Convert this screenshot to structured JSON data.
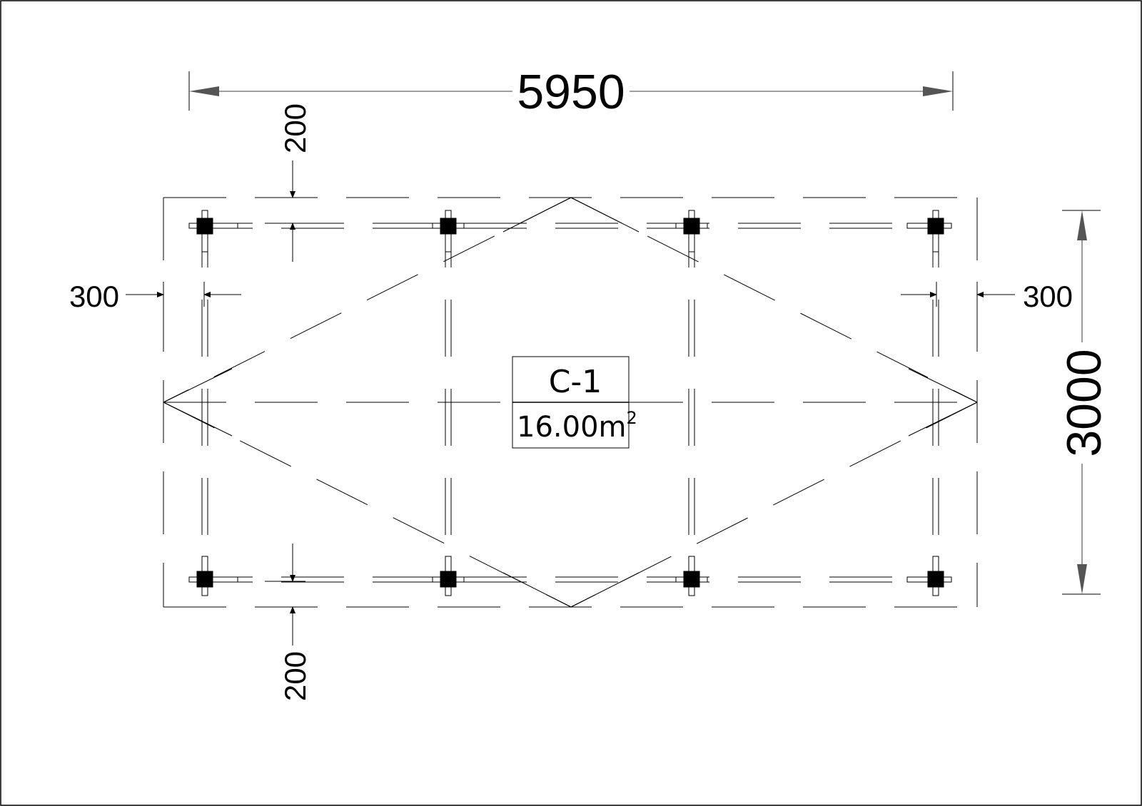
{
  "drawing": {
    "title_width": "5950",
    "title_height": "3000",
    "dims": {
      "top_offset": "200",
      "bottom_offset": "200",
      "left_offset": "300",
      "right_offset": "300"
    },
    "tag": {
      "id": "C-1",
      "area_value": "16.00m",
      "area_unit_sup": "2"
    },
    "colors": {
      "line": "#000000",
      "background": "#ffffff",
      "arrow": "#555555"
    },
    "icons": [
      "arrow-left-icon",
      "arrow-right-icon",
      "arrow-up-icon",
      "arrow-down-icon",
      "column-square-icon"
    ]
  }
}
